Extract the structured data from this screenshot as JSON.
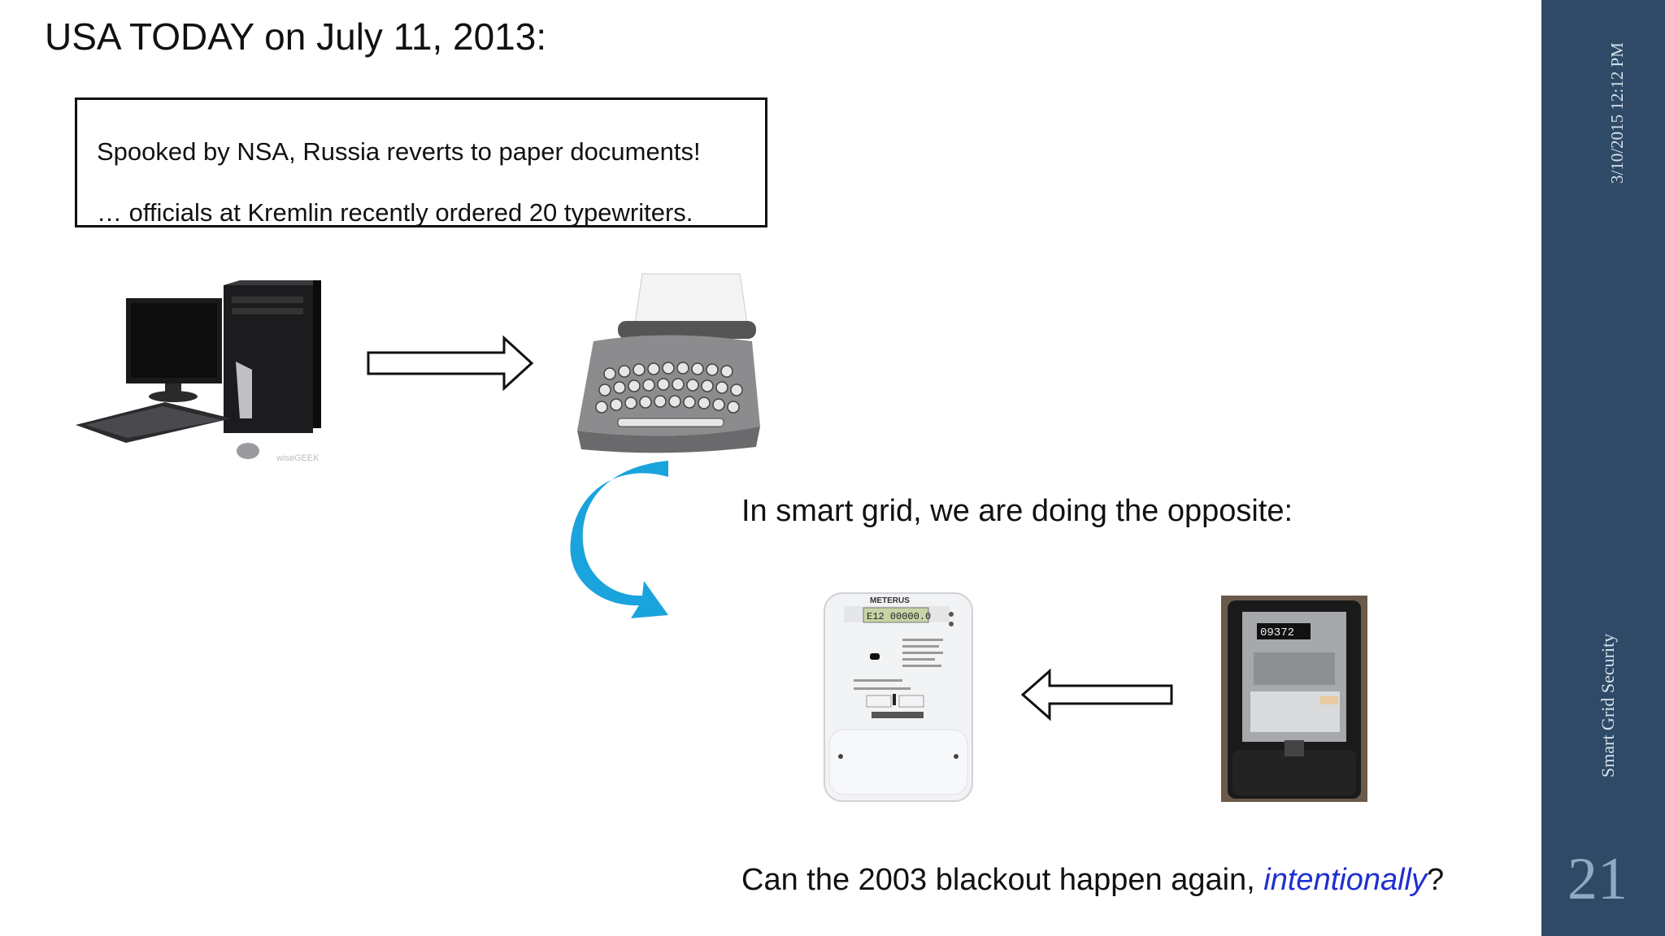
{
  "slide": {
    "title": "USA TODAY on July 11, 2013:",
    "quote": {
      "line1": "Spooked by NSA, Russia reverts to paper documents!",
      "line2": "… officials at Kremlin recently ordered 20 typewriters."
    },
    "statement": "In smart grid, we are doing the opposite:",
    "question": {
      "before": "Can the 2003 blackout happen again, ",
      "emphasis": "intentionally",
      "after": "?"
    },
    "computer_watermark": "wiseGEEK",
    "smart_meter": {
      "brand": "METERUS",
      "display": "E12 00000.0"
    },
    "old_meter": {
      "counter": "09372"
    }
  },
  "sidebar": {
    "date": "3/10/2015 12:12 PM",
    "footer": "Smart Grid Security",
    "slide_number": "21"
  },
  "colors": {
    "sidebar_bg": "#2e4a67",
    "emphasis": "#1f2fd0",
    "curve_arrow": "#1aa3dc"
  }
}
